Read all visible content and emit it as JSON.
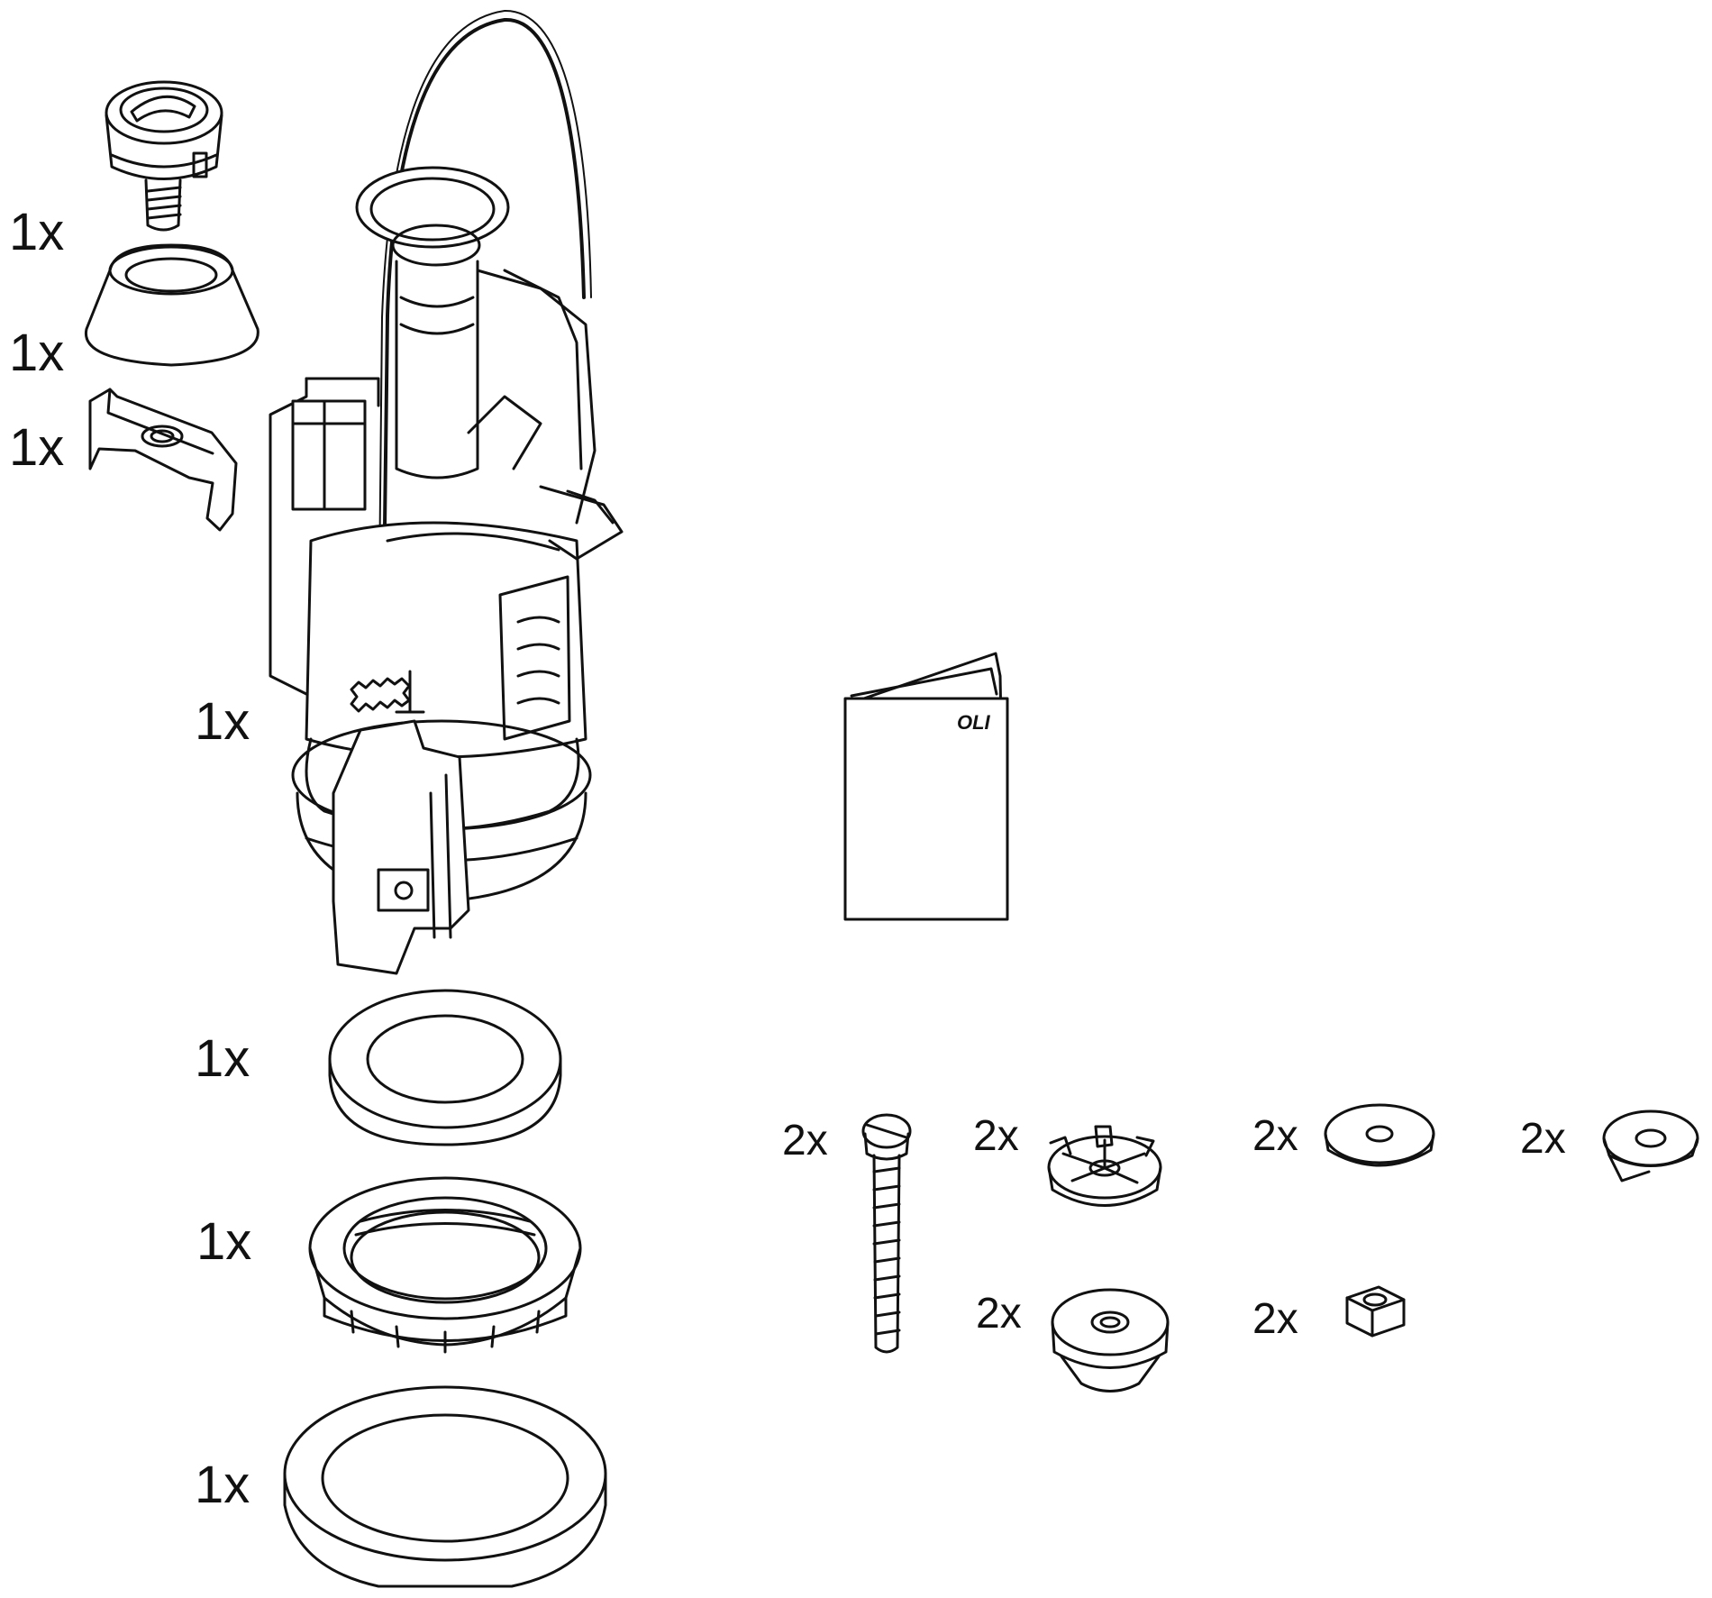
{
  "colors": {
    "line": "#111111",
    "background": "#ffffff"
  },
  "manual": {
    "brand": "OLI"
  },
  "parts": [
    {
      "id": "push-button",
      "quantity": "1x"
    },
    {
      "id": "button-collar",
      "quantity": "1x"
    },
    {
      "id": "mounting-bracket",
      "quantity": "1x"
    },
    {
      "id": "flush-valve",
      "quantity": "1x"
    },
    {
      "id": "flat-gasket",
      "quantity": "1x"
    },
    {
      "id": "threaded-lock-nut",
      "quantity": "1x"
    },
    {
      "id": "large-seal-ring",
      "quantity": "1x"
    },
    {
      "id": "long-bolt",
      "quantity": "2x"
    },
    {
      "id": "star-washer",
      "quantity": "2x"
    },
    {
      "id": "flat-washer",
      "quantity": "2x"
    },
    {
      "id": "conical-washer",
      "quantity": "2x"
    },
    {
      "id": "cone-seal",
      "quantity": "2x"
    },
    {
      "id": "hex-nut",
      "quantity": "2x"
    }
  ]
}
